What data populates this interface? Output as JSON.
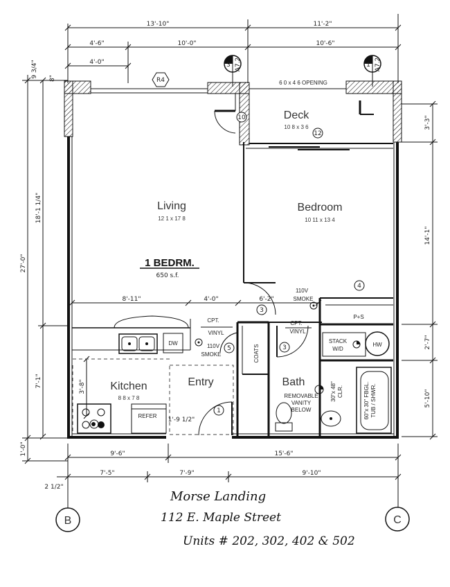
{
  "dimensions": {
    "top_total_left": "13'-10\"",
    "top_total_right": "11'-2\"",
    "top_a": "4'-6\"",
    "top_b": "10'-0\"",
    "top_c": "10'-6\"",
    "top_d": "4'-0\"",
    "left_small_a": "9 3/4\"",
    "left_small_b": "8\"",
    "left_living": "18'-1 1/4\"",
    "left_total": "27'-0\"",
    "left_kitchen": "7'-1\"",
    "left_kitchen_small": "3'-8\"",
    "left_bottom": "1'-0\"",
    "right_deck": "3'-3\"",
    "right_bedroom": "14'-1\"",
    "right_mid": "2'-7\"",
    "right_bath": "5'-10\"",
    "mid_a": "8'-11\"",
    "mid_b": "4'-0\"",
    "mid_c": "6'-2\"",
    "entry_door": "1'-9 1/2\"",
    "bottom_a": "9'-6\"",
    "bottom_b": "15'-6\"",
    "bottom_c": "7'-5\"",
    "bottom_d": "7'-9\"",
    "bottom_e": "9'-10\"",
    "bottom_small": "2 1/2\""
  },
  "rooms": {
    "living": {
      "name": "Living",
      "size": "12 1 x 17 8"
    },
    "bedroom": {
      "name": "Bedroom",
      "size": "10 11 x 13 4"
    },
    "deck": {
      "name": "Deck",
      "size": "10 8 x 3 6"
    },
    "kitchen": {
      "name": "Kitchen",
      "size": "8 8 x 7 8"
    },
    "entry": {
      "name": "Entry"
    },
    "bath": {
      "name": "Bath"
    }
  },
  "labels": {
    "unit_type": "1 BEDRM.",
    "area": "650 s.f.",
    "deck_opening": "6 0 x 4 6 OPENING",
    "cpt_vinyl_a1": "CPT.",
    "cpt_vinyl_a2": "VINYL",
    "cpt_vinyl_b1": "CPT.",
    "cpt_vinyl_b2": "VINYL",
    "smoke_a1": "110V",
    "smoke_a2": "SMOKE",
    "smoke_b1": "110V",
    "smoke_b2": "SMOKE",
    "dw": "DW",
    "coats": "COATS",
    "stack1": "STACK",
    "stack2": "W/D",
    "hw": "HW",
    "ps": "P+S",
    "refer": "REFER",
    "vanity1": "REMOVABLE",
    "vanity2": "VANITY",
    "vanity3": "BELOW",
    "clr1": "30\"x 48\"",
    "clr2": "CLR.",
    "tub1": "60\"x 30\" FBGL.",
    "tub2": "TUB / SHWR.",
    "r4": "R4"
  },
  "markers": {
    "door_1": "1",
    "door_3a": "3",
    "door_3b": "3",
    "door_4": "4",
    "door_5": "5",
    "door_10": "10",
    "door_12": "12",
    "section_3": "3",
    "section_3_ref": "A7.2",
    "section_1": "1",
    "section_1_ref": "A7.2"
  },
  "grid": {
    "left": "B",
    "right": "C"
  },
  "handwriting": {
    "line1": "Morse Landing",
    "line2": "112 E. Maple Street",
    "line3": "Units # 202, 302, 402 & 502"
  }
}
